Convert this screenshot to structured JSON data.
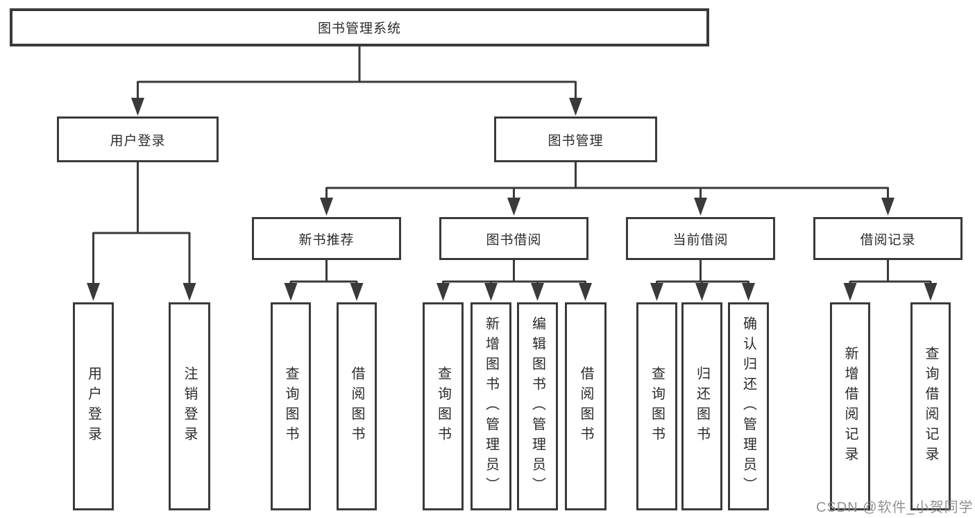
{
  "diagram": {
    "type": "hierarchy-tree",
    "root": {
      "label": "图书管理系统",
      "children": [
        {
          "label": "用户登录",
          "children": [
            {
              "label": "用户登录"
            },
            {
              "label": "注销登录"
            }
          ]
        },
        {
          "label": "图书管理",
          "children": [
            {
              "label": "新书推荐",
              "children": [
                {
                  "label": "查询图书"
                },
                {
                  "label": "借阅图书"
                }
              ]
            },
            {
              "label": "图书借阅",
              "children": [
                {
                  "label": "查询图书"
                },
                {
                  "label": "新增图书（管理员）"
                },
                {
                  "label": "编辑图书（管理员）"
                },
                {
                  "label": "借阅图书"
                }
              ]
            },
            {
              "label": "当前借阅",
              "children": [
                {
                  "label": "查询图书"
                },
                {
                  "label": "归还图书"
                },
                {
                  "label": "确认归还（管理员）"
                }
              ]
            },
            {
              "label": "借阅记录",
              "children": [
                {
                  "label": "新增借阅记录"
                },
                {
                  "label": "查询借阅记录"
                }
              ]
            }
          ]
        }
      ]
    }
  },
  "watermark": {
    "text": "CSDN @软件_小贺同学"
  },
  "colors": {
    "line": "#3a3a3a",
    "box_border": "#3a3a3a",
    "text": "#2b2b2b",
    "watermark": "#888888",
    "background": "#ffffff"
  }
}
